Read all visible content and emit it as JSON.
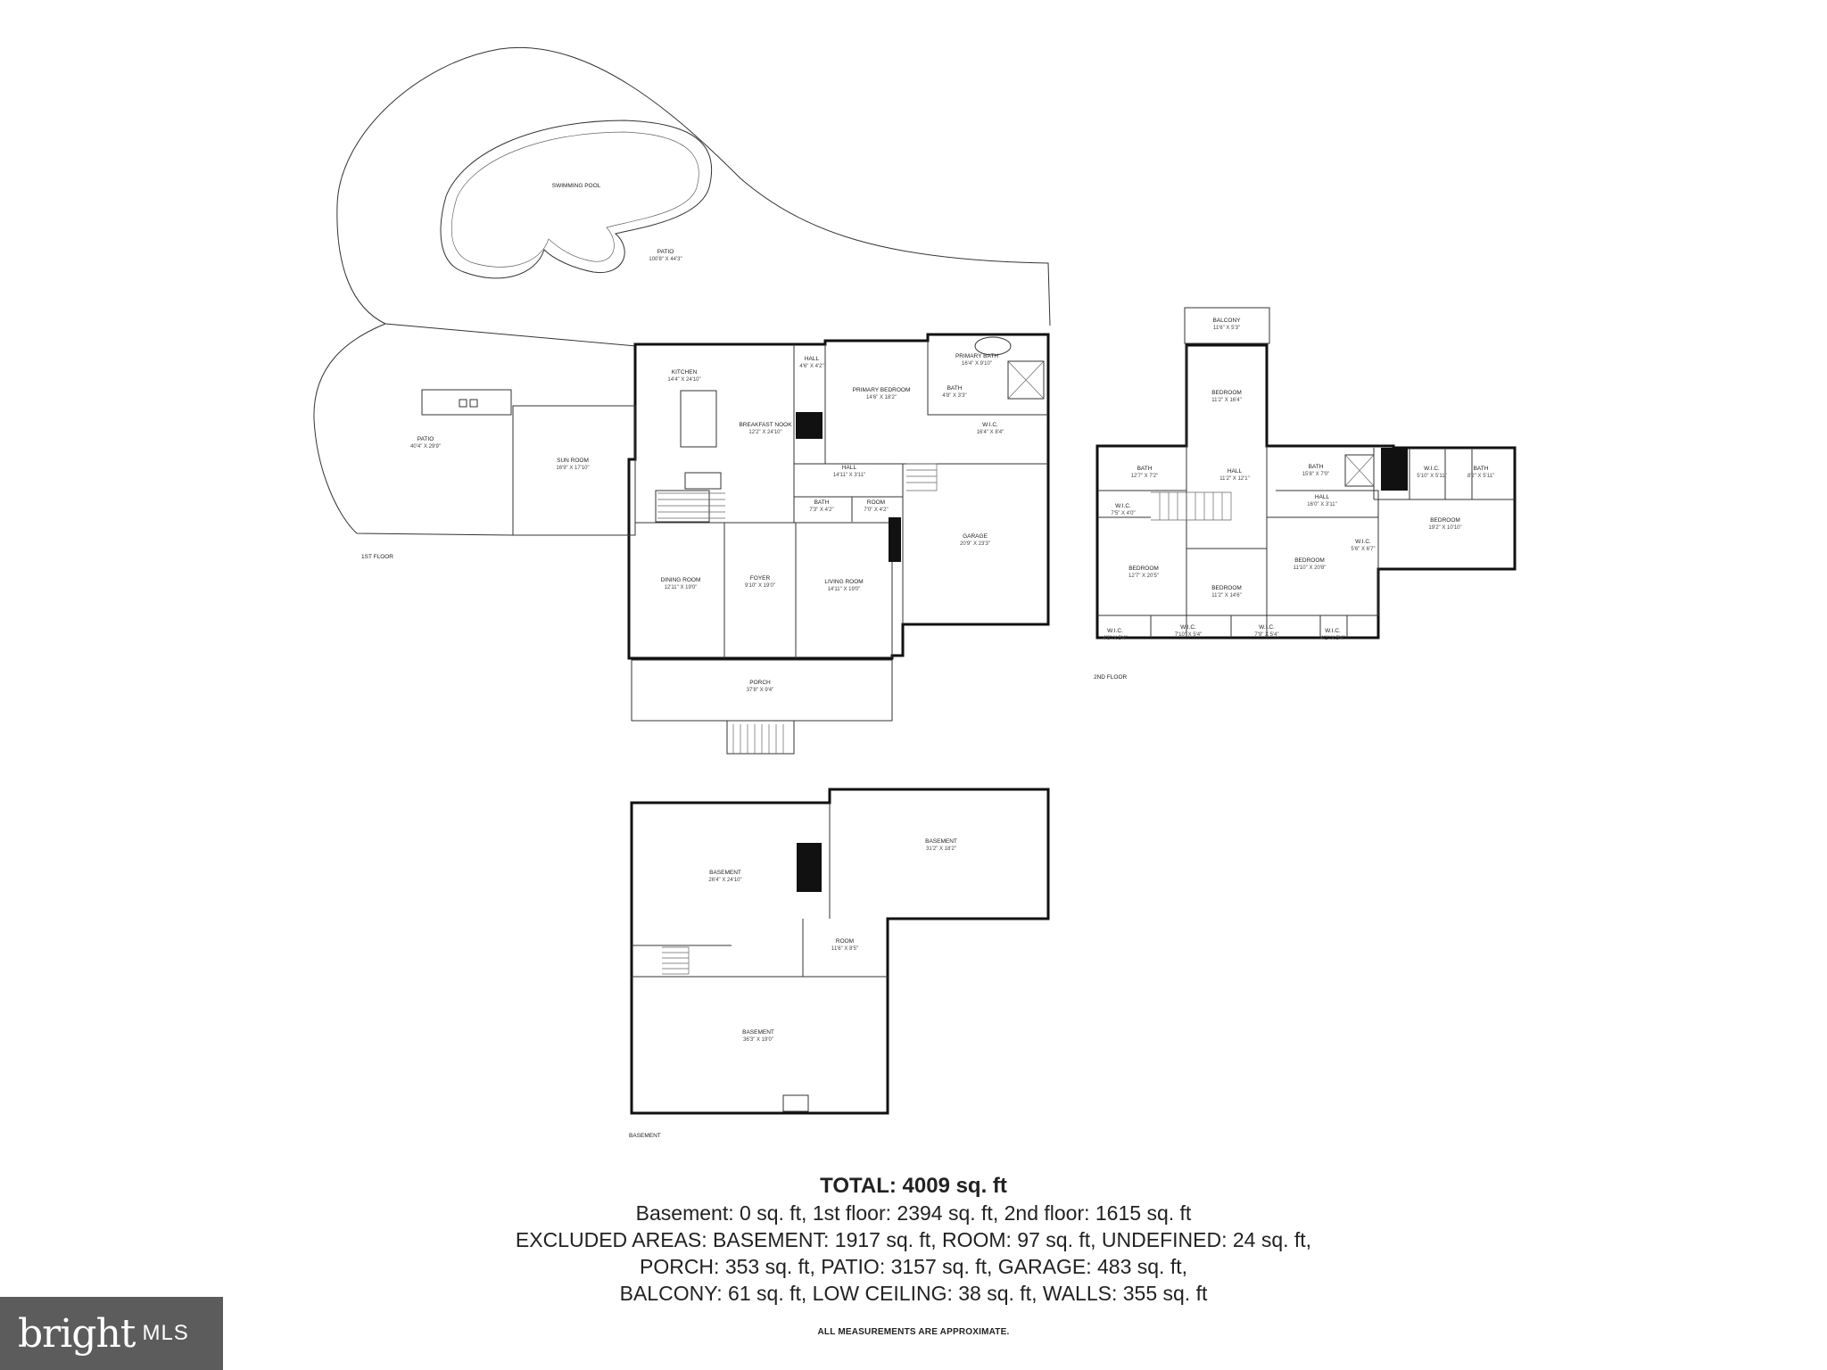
{
  "floors": {
    "first": {
      "name": "1ST FLOOR",
      "rooms": [
        {
          "id": "swimming_pool",
          "name": "SWIMMING POOL",
          "dim": ""
        },
        {
          "id": "patio_rear",
          "name": "PATIO",
          "dim": "100'8\" X 44'3\""
        },
        {
          "id": "patio_left",
          "name": "PATIO",
          "dim": "40'4\" X 29'9\""
        },
        {
          "id": "sun_room",
          "name": "SUN ROOM",
          "dim": "16'9\" X 17'10\""
        },
        {
          "id": "kitchen",
          "name": "KITCHEN",
          "dim": "14'4\" X 24'10\""
        },
        {
          "id": "breakfast_nook",
          "name": "BREAKFAST NOOK",
          "dim": "12'2\" X 24'10\""
        },
        {
          "id": "hall_a",
          "name": "HALL",
          "dim": "4'6\" X 4'2\""
        },
        {
          "id": "primary_bedroom",
          "name": "PRIMARY BEDROOM",
          "dim": "14'6\" X 18'2\""
        },
        {
          "id": "primary_bath",
          "name": "PRIMARY BATH",
          "dim": "16'4\" X 9'10\""
        },
        {
          "id": "bath_a",
          "name": "BATH",
          "dim": "4'8\" X 3'3\""
        },
        {
          "id": "wic_a",
          "name": "W.I.C.",
          "dim": "16'4\" X 8'4\""
        },
        {
          "id": "hall_b",
          "name": "HALL",
          "dim": "14'11\" X 3'11\""
        },
        {
          "id": "bath_b",
          "name": "BATH",
          "dim": "7'3\" X 4'2\""
        },
        {
          "id": "room_a",
          "name": "ROOM",
          "dim": "7'0\" X 4'2\""
        },
        {
          "id": "garage",
          "name": "GARAGE",
          "dim": "20'9\" X 23'3\""
        },
        {
          "id": "dining_room",
          "name": "DINING ROOM",
          "dim": "12'11\" X 19'0\""
        },
        {
          "id": "foyer",
          "name": "FOYER",
          "dim": "9'10\" X 19'0\""
        },
        {
          "id": "living_room",
          "name": "LIVING ROOM",
          "dim": "14'11\" X 19'0\""
        },
        {
          "id": "porch",
          "name": "PORCH",
          "dim": "37'8\" X 9'4\""
        }
      ]
    },
    "second": {
      "name": "2ND FLOOR",
      "rooms": [
        {
          "id": "balcony",
          "name": "BALCONY",
          "dim": "11'6\" X 5'3\""
        },
        {
          "id": "bedroom_a",
          "name": "BEDROOM",
          "dim": "11'2\" X 16'4\""
        },
        {
          "id": "bath_c",
          "name": "BATH",
          "dim": "12'7\" X 7'2\""
        },
        {
          "id": "hall_c",
          "name": "HALL",
          "dim": "11'2\" X 12'1\""
        },
        {
          "id": "bath_d",
          "name": "BATH",
          "dim": "15'8\" X 7'0\""
        },
        {
          "id": "wic_b",
          "name": "W.I.C.",
          "dim": "5'10\" X 5'11\""
        },
        {
          "id": "bath_e",
          "name": "BATH",
          "dim": "8'2\" X 5'11\""
        },
        {
          "id": "hall_d",
          "name": "HALL",
          "dim": "16'0\" X 3'11\""
        },
        {
          "id": "wic_c",
          "name": "W.I.C.",
          "dim": "7'5\" X 4'0\""
        },
        {
          "id": "bedroom_b",
          "name": "BEDROOM",
          "dim": "19'2\" X 10'10\""
        },
        {
          "id": "wic_d",
          "name": "W.I.C.",
          "dim": "5'6\" X 6'7\""
        },
        {
          "id": "bedroom_c",
          "name": "BEDROOM",
          "dim": "12'7\" X 20'5\""
        },
        {
          "id": "bedroom_d",
          "name": "BEDROOM",
          "dim": "11'2\" X 14'6\""
        },
        {
          "id": "bedroom_e",
          "name": "BEDROOM",
          "dim": "11'10\" X 20'8\""
        },
        {
          "id": "wic_e",
          "name": "W.I.C.",
          "dim": "4'8\" X 5'4\""
        },
        {
          "id": "wic_f",
          "name": "W.I.C.",
          "dim": "7'10\" X 5'4\""
        },
        {
          "id": "wic_g",
          "name": "W.I.C.",
          "dim": "7'9\" X 5'4\""
        },
        {
          "id": "wic_h",
          "name": "W.I.C.",
          "dim": "4'1\" X 5'4\""
        }
      ]
    },
    "basement": {
      "name": "BASEMENT",
      "rooms": [
        {
          "id": "basement_a",
          "name": "BASEMENT",
          "dim": "26'4\" X 24'10\""
        },
        {
          "id": "basement_b",
          "name": "BASEMENT",
          "dim": "31'2\" X 18'2\""
        },
        {
          "id": "room_b",
          "name": "ROOM",
          "dim": "11'6\" X 8'5\""
        },
        {
          "id": "basement_c",
          "name": "BASEMENT",
          "dim": "36'3\" X 19'0\""
        }
      ]
    }
  },
  "summary": {
    "total": "TOTAL: 4009 sq. ft",
    "lines": [
      "Basement: 0 sq. ft, 1st floor: 2394 sq. ft, 2nd floor: 1615 sq. ft",
      "EXCLUDED AREAS: BASEMENT: 1917 sq. ft, ROOM: 97 sq. ft, UNDEFINED: 24 sq. ft,",
      "PORCH: 353 sq. ft, PATIO: 3157 sq. ft, GARAGE: 483 sq. ft,",
      "BALCONY: 61 sq. ft, LOW CEILING: 38 sq. ft, WALLS: 355 sq. ft"
    ]
  },
  "disclaimer": "ALL MEASUREMENTS ARE APPROXIMATE.",
  "logo": {
    "brand": "bright",
    "suffix": "MLS"
  }
}
